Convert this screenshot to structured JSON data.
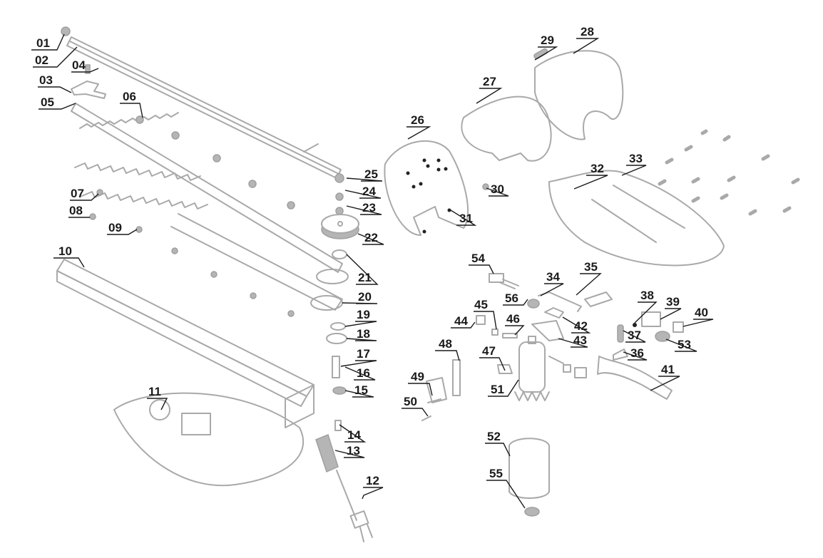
{
  "diagram": {
    "type": "exploded-parts-diagram",
    "subject": "electric hedge trimmer",
    "text_color": "#1a1a1a",
    "part_color": "#a9a9a9",
    "background": "#ffffff",
    "labels": [
      "01",
      "02",
      "03",
      "04",
      "05",
      "06",
      "07",
      "08",
      "09",
      "10",
      "11",
      "12",
      "13",
      "14",
      "15",
      "16",
      "17",
      "18",
      "19",
      "20",
      "21",
      "22",
      "23",
      "24",
      "25",
      "26",
      "27",
      "28",
      "29",
      "30",
      "31",
      "32",
      "33",
      "34",
      "35",
      "36",
      "37",
      "38",
      "39",
      "40",
      "41",
      "42",
      "43",
      "44",
      "45",
      "46",
      "47",
      "48",
      "49",
      "50",
      "51",
      "52",
      "53",
      "54",
      "55",
      "56"
    ]
  }
}
